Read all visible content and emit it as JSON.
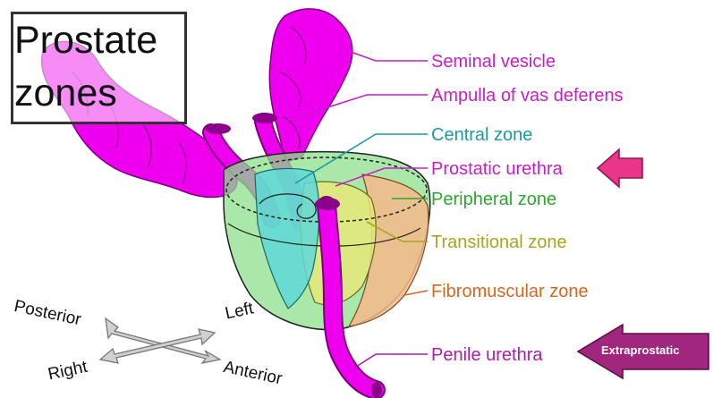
{
  "title": {
    "line1": "Prostate",
    "line2": "zones"
  },
  "labels": {
    "seminal_vesicle": "Seminal vesicle",
    "ampulla": "Ampulla of vas deferens",
    "central_zone": "Central zone",
    "prostatic_urethra": "Prostatic urethra",
    "peripheral_zone": "Peripheral zone",
    "transitional_zone": "Transitional zone",
    "fibromuscular_zone": "Fibromuscular zone",
    "penile_urethra": "Penile urethra"
  },
  "orientation": {
    "posterior": "Posterior",
    "left": "Left",
    "right": "Right",
    "anterior": "Anterior"
  },
  "callouts": {
    "extraprostatic": "Extraprostatic"
  },
  "colors": {
    "seminal": "#ff00ff",
    "ampulla": "#c71ec7",
    "central": "#1b9b9b",
    "urethra": "#c71ec7",
    "peripheral": "#2fa62f",
    "transitional": "#a6a61e",
    "fibromuscular": "#d2691e",
    "penile": "#a81ea8",
    "arrow_pink": "#e9358a",
    "arrow_purple": "#a0267e"
  }
}
